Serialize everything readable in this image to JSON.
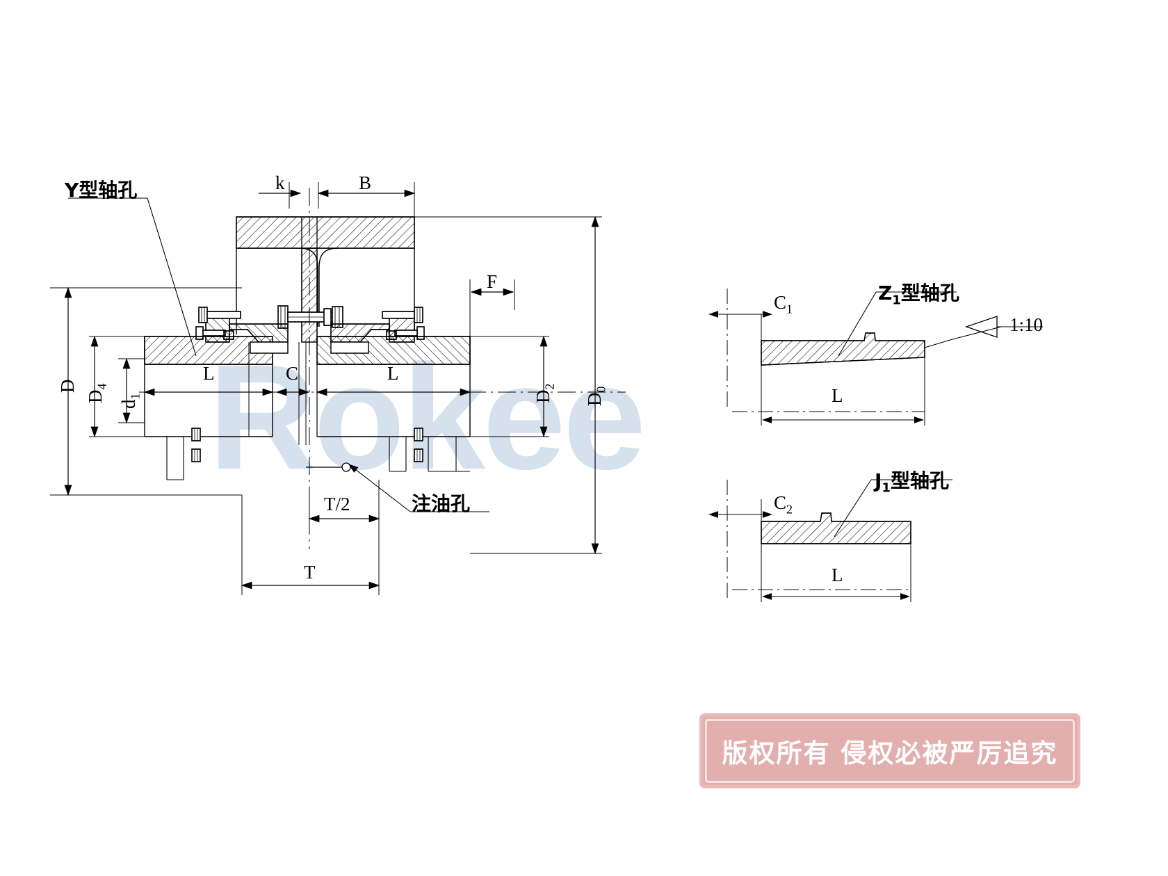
{
  "drawing": {
    "title": "Gear Coupling Assembly Drawing",
    "watermark": "Rokee",
    "taper_ratio": "1:10"
  },
  "labels": {
    "y_bore": "Y型轴孔",
    "z1_bore": "Z₁型轴孔",
    "j1_bore": "J₁型轴孔",
    "oil_hole": "注油孔",
    "taper": "1:10"
  },
  "dimensions": {
    "k": "k",
    "B": "B",
    "F": "F",
    "C": "C",
    "D": "D",
    "D4": "D₄",
    "d1": "d₁",
    "D2": "D₂",
    "D0": "D₀",
    "L_left": "L",
    "L_right": "L",
    "T_half": "T/2",
    "T": "T",
    "C1": "C₁",
    "C2": "C₂",
    "L_z1": "L",
    "L_j1": "L"
  },
  "copyright": {
    "text": "版权所有 侵权必被严厉追究"
  },
  "colors": {
    "line": "#000000",
    "watermark": "#cfdcec",
    "banner_bg": "#e3aeae",
    "banner_border": "#f6e2e2",
    "section_fill": "#ffffff"
  }
}
